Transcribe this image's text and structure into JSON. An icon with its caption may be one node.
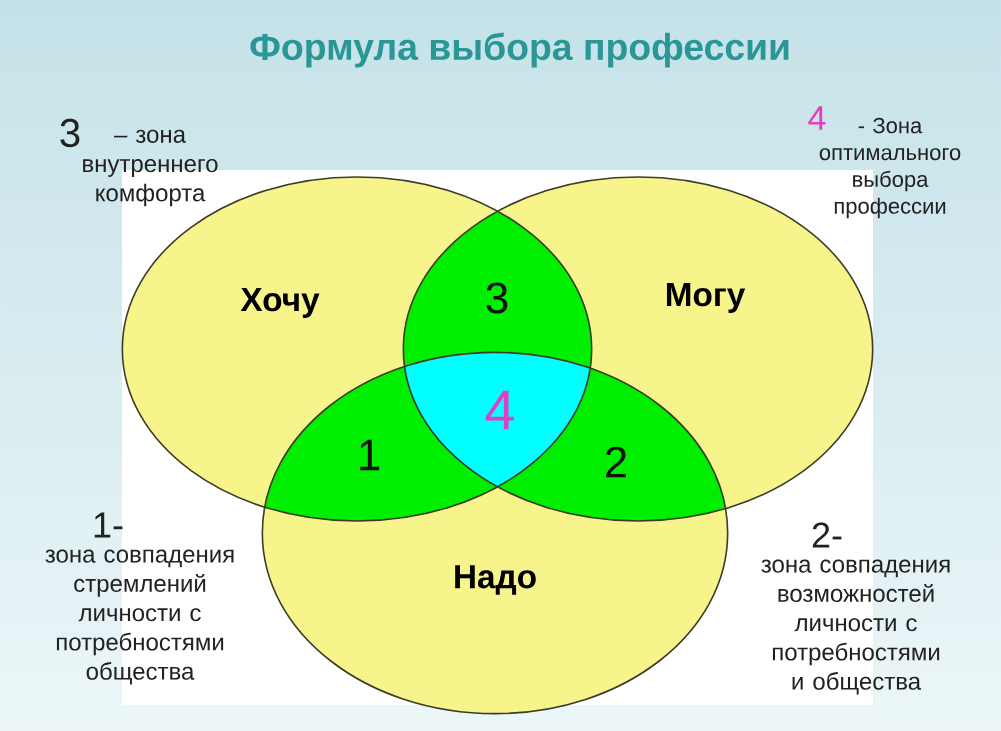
{
  "diagram": {
    "title": "Формула выбора профессии",
    "nodes": [
      {
        "text": [
          "Хочу"
        ]
      },
      {
        "text": [
          "Могу"
        ]
      },
      {
        "text": [
          "Надо"
        ]
      }
    ],
    "labels": [
      "3",
      "– зона внутреннего комфорта",
      "4",
      "- Зона оптимального выбора профессии",
      "3",
      "4",
      "1",
      "2",
      "1-",
      "зона совпадения стремлений личности с потребностями общества",
      "2-",
      "зона совпадения возможностей личности с потребностями и общества"
    ]
  }
}
